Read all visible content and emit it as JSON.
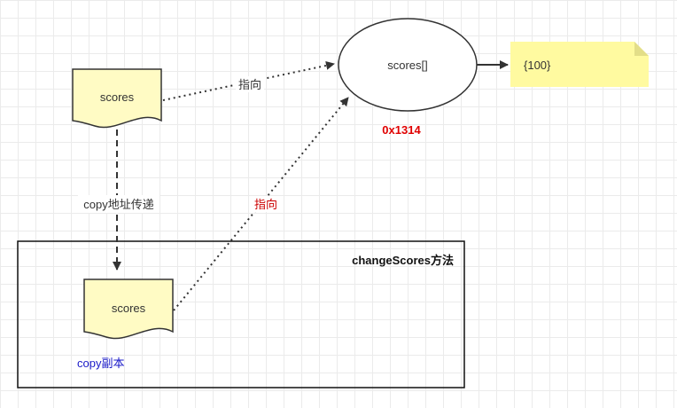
{
  "nodes": {
    "scores_main": {
      "label": "scores",
      "fill": "#fffbc4",
      "stroke": "#333333"
    },
    "scores_copy": {
      "label": "scores",
      "fill": "#fffbc4",
      "stroke": "#333333"
    },
    "array": {
      "label": "scores[]",
      "fill": "#ffffff",
      "stroke": "#333333"
    },
    "note": {
      "label": "{100}",
      "fill": "#fffaa0"
    }
  },
  "labels": {
    "address": {
      "text": "0x1314",
      "color": "#e00000"
    },
    "method_box": {
      "text": "changeScores方法"
    },
    "copy_replica": {
      "text": "copy副本",
      "color": "#1a1ac8"
    }
  },
  "edges": {
    "points_to_top": {
      "label": "指向",
      "color": "#333333"
    },
    "points_to_copy": {
      "label": "指向",
      "color": "#cc0000"
    },
    "copy_transfer": {
      "label": "copy地址传递",
      "color": "#333333"
    }
  }
}
